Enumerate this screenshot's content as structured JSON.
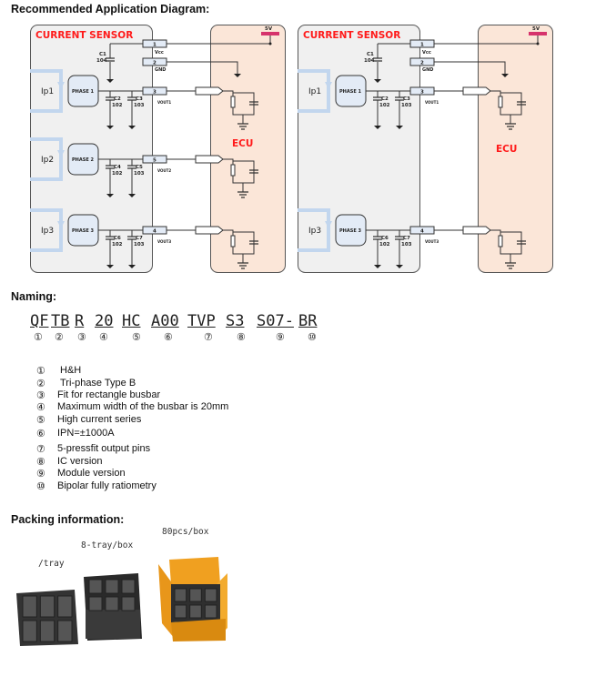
{
  "headings": {
    "diagram": "Recommended Application Diagram:",
    "naming": "Naming:",
    "packing": "Packing information:"
  },
  "diagrams": [
    {
      "sensor_title": "CURRENT SENSOR",
      "ecu_title": "ECU",
      "supply": "5V",
      "vcc": "Vcc",
      "gnd": "GND",
      "c1": [
        "C1",
        "104"
      ],
      "rows": [
        {
          "ip": "Ip1",
          "phase": "PHASE 1",
          "pin": "3",
          "caps": [
            [
              "C2",
              "102"
            ],
            [
              "C3",
              "103"
            ]
          ],
          "vout": "VOUT1"
        },
        {
          "ip": "Ip2",
          "phase": "PHASE 2",
          "pin": "5",
          "caps": [
            [
              "C4",
              "102"
            ],
            [
              "C5",
              "103"
            ]
          ],
          "vout": "VOUT2"
        },
        {
          "ip": "Ip3",
          "phase": "PHASE 3",
          "pin": "4",
          "caps": [
            [
              "C6",
              "102"
            ],
            [
              "C7",
              "103"
            ]
          ],
          "vout": "VOUT3"
        }
      ],
      "rl": "RL",
      "cl": "CL"
    },
    {
      "sensor_title": "CURRENT SENSOR",
      "ecu_title": "ECU",
      "supply": "5V",
      "vcc": "Vcc",
      "gnd": "GND",
      "c1": [
        "C1",
        "104"
      ],
      "rows": [
        {
          "ip": "Ip1",
          "phase": "PHASE 1",
          "pin": "3",
          "caps": [
            [
              "C2",
              "102"
            ],
            [
              "C3",
              "103"
            ]
          ],
          "vout": "VOUT1"
        },
        null,
        {
          "ip": "Ip3",
          "phase": "PHASE 3",
          "pin": "4",
          "caps": [
            [
              "C6",
              "102"
            ],
            [
              "C7",
              "103"
            ]
          ],
          "vout": "VOUT3"
        }
      ],
      "rl": "RL",
      "cl": "CL"
    }
  ],
  "colors": {
    "title_red": "#ff1a1a",
    "sensor_bg": "#f0f0f0",
    "ecu_bg": "#fbe6d8",
    "phase_bg": "#e3ebf6",
    "arrow_blue": "#c2d6ee",
    "rail": "#d6336c"
  },
  "naming": {
    "segments": [
      "QF",
      "TB",
      "R",
      "20",
      "HC",
      "A00",
      "TVP",
      "S3",
      "S07-",
      "BR"
    ],
    "markers": [
      "①",
      "②",
      "③",
      "④",
      "⑤",
      "⑥",
      "⑦",
      "⑧",
      "⑨",
      "⑩"
    ],
    "items": [
      {
        "n": "①",
        "text": "H&H"
      },
      {
        "n": "②",
        "text": "Tri-phase Type B"
      },
      {
        "n": "③",
        "text": "Fit for rectangle busbar"
      },
      {
        "n": "④",
        "text": "Maximum width of the busbar is 20mm"
      },
      {
        "n": "⑤",
        "text": "High current series"
      },
      {
        "n": "⑥",
        "text": "IPN=±1000A"
      },
      {
        "n": "⑦",
        "text": "5-pressfit output pins"
      },
      {
        "n": "⑧",
        "text": "IC version"
      },
      {
        "n": "⑨",
        "text": "Module version"
      },
      {
        "n": "⑩",
        "text": "Bipolar fully ratiometry"
      }
    ]
  },
  "packing": {
    "tray": "/tray",
    "box8": "8-tray/box",
    "box80": "80pcs/box"
  }
}
